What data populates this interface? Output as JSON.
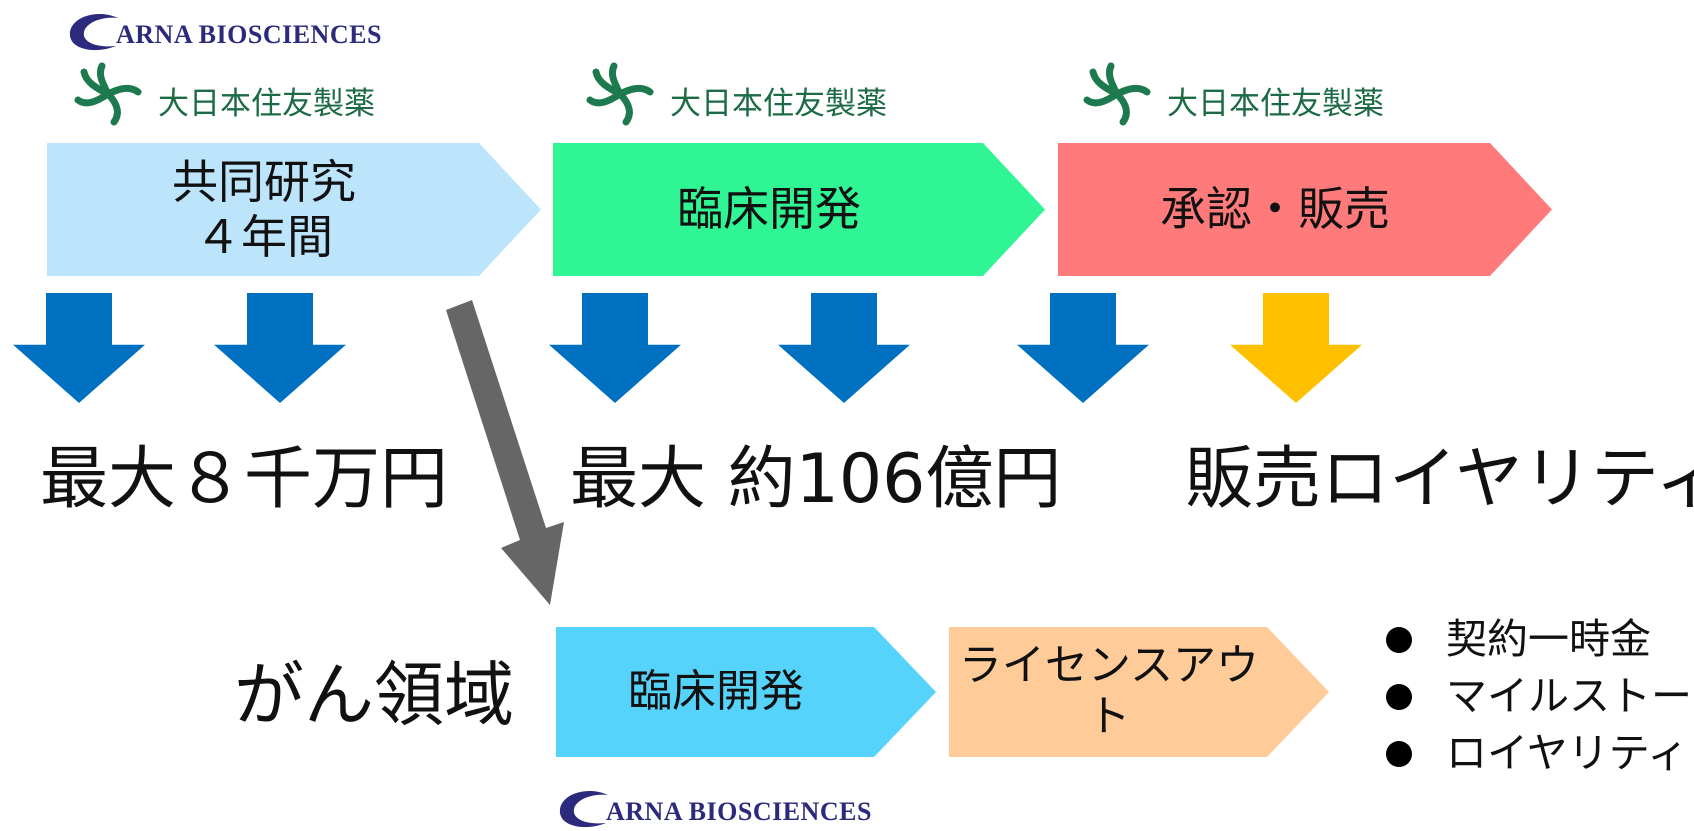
{
  "logos": {
    "carna": "ARNA BIOSCIENCES",
    "sumitomo": "大日本住友製薬"
  },
  "phases": [
    {
      "label": "共同研究\n４年間",
      "color": "#BCE4FB"
    },
    {
      "label": "臨床開発",
      "color": "#2FF595"
    },
    {
      "label": "承認・販売",
      "color": "#FF7A7A"
    }
  ],
  "payments": {
    "research": "最大８千万円",
    "development": "最大 約106億円",
    "sales": "販売ロイヤリティ"
  },
  "arrow_colors": {
    "blue": "#0070C0",
    "gold": "#FFC000",
    "gray": "#666666"
  },
  "oncology": {
    "label": "がん領域",
    "steps": [
      {
        "label": "臨床開発",
        "color": "#56D3FA"
      },
      {
        "label": "ライセンスアウト",
        "color": "#FFCC99"
      }
    ],
    "bullets": [
      "契約一時金",
      "マイルストーン",
      "ロイヤリティ"
    ]
  }
}
